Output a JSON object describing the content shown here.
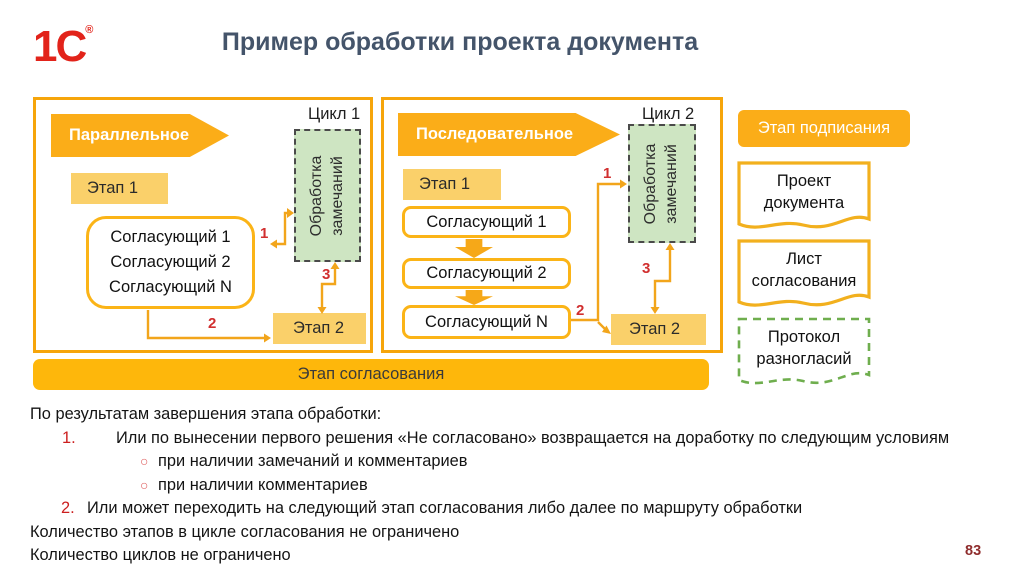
{
  "page": {
    "logo": "1С",
    "logo_reg": "®",
    "title": "Пример обработки проекта документа",
    "page_number": "83"
  },
  "colors": {
    "accent_amber": "#F6A50B",
    "banner_amber": "#FBAD18",
    "light_amber_fill": "#FAD06A",
    "bar_amber": "#FEB70B",
    "green_fill": "#CEE5C2",
    "green_dashed_border": "#6FAE4E",
    "gray_dashed_border": "#4A4A4A",
    "title_color": "#44546A",
    "red_label": "#D12F2F",
    "page_number_color": "#8F2D2D",
    "logo_red": "#E2231A"
  },
  "parallel": {
    "banner": "Параллельное",
    "cycle": "Цикл 1",
    "stage1": "Этап 1",
    "stage2": "Этап 2",
    "approvers": [
      "Согласующий 1",
      "Согласующий 2",
      "Согласующий N"
    ],
    "processing_line1": "Обработка",
    "processing_line2": "замечаний",
    "label1": "1",
    "label2": "2",
    "label3": "3"
  },
  "sequential": {
    "banner": "Последовательное",
    "cycle": "Цикл 2",
    "stage1": "Этап 1",
    "stage2": "Этап 2",
    "approvers": [
      "Согласующий 1",
      "Согласующий 2",
      "Согласующий N"
    ],
    "processing_line1": "Обработка",
    "processing_line2": "замечаний",
    "label1": "1",
    "label2": "2",
    "label3": "3"
  },
  "sidebar": {
    "signing_stage": "Этап подписания",
    "documents": [
      "Проект документа",
      "Лист согласования",
      "Протокол разногласий"
    ]
  },
  "approval_bar": "Этап согласования",
  "notes": {
    "intro": "По результатам завершения этапа обработки:",
    "item1_num": "1.",
    "item1_text": "Или по вынесении первого решения «Не согласовано» возвращается на доработку по следующим условиям",
    "sub_bullet": "○",
    "sub1": "при наличии замечаний и комментариев",
    "sub2": "при наличии комментариев",
    "item2_num": "2.",
    "item2_text": "Или может переходить на следующий этап согласования либо далее по маршруту обработки",
    "footer1": "Количество этапов в цикле согласования не ограничено",
    "footer2": "Количество циклов не ограничено"
  }
}
